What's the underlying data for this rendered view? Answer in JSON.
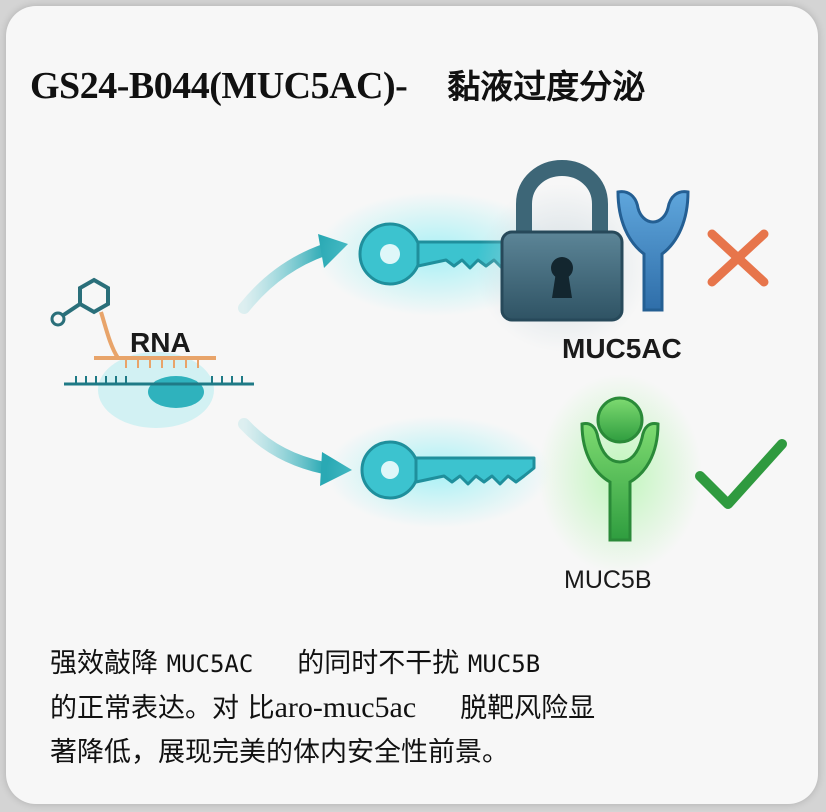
{
  "title": {
    "code": "GS24-B044(MUC5AC)-",
    "chinese": "黏液过度分泌"
  },
  "labels": {
    "rna": "RNA",
    "muc5ac": "MUC5AC",
    "muc5b": "MUC5B"
  },
  "caption": {
    "l1_a": "强效敲降",
    "l1_b": "MUC5AC",
    "l1_c": "的同时不干扰",
    "l1_d": "MUC5B",
    "l2_a": "的正常表达。对 比",
    "l2_b": "aro-muc5ac",
    "l2_c": "脱靶风险显",
    "l3": "著降低，展现完美的体内安全性前景。"
  },
  "icons": {
    "top_result": "cross-icon",
    "bottom_result": "check-icon"
  },
  "colors": {
    "teal": "#2aa9b4",
    "key": "#3cc3cf",
    "lock": "#3d6677",
    "muc5ac_blue": "#4a8fc8",
    "muc5b_green": "#3fbf54",
    "cross": "#e7754b",
    "check": "#2f9a3f",
    "rna_strand": "#e8a46a"
  }
}
